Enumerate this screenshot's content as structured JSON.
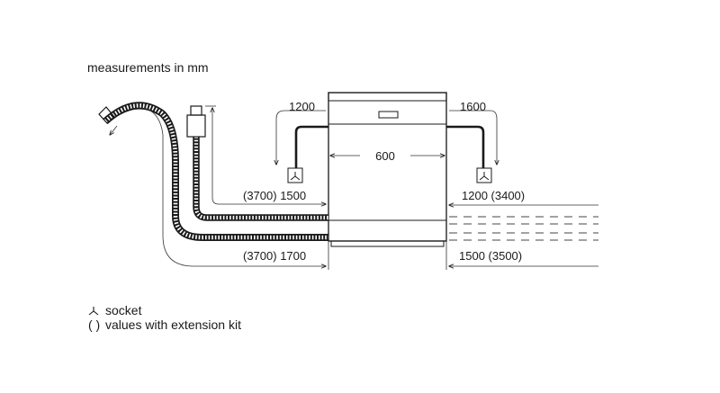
{
  "header": {
    "title": "measurements in mm"
  },
  "dimensions": {
    "left_side_clearance": "1200",
    "right_side_clearance": "1600",
    "appliance_width": "600",
    "left_upper_hose": "(3700) 1500",
    "left_lower_hose": "(3700) 1700",
    "right_upper_cable": "1200 (3400)",
    "right_lower_cable": "1500 (3500)"
  },
  "legend": {
    "socket_symbol": "⅄",
    "socket_label": "socket",
    "extension_symbol": "( )",
    "extension_label": "values with extension kit"
  },
  "colors": {
    "line": "#1a1a1a",
    "background": "#ffffff"
  }
}
